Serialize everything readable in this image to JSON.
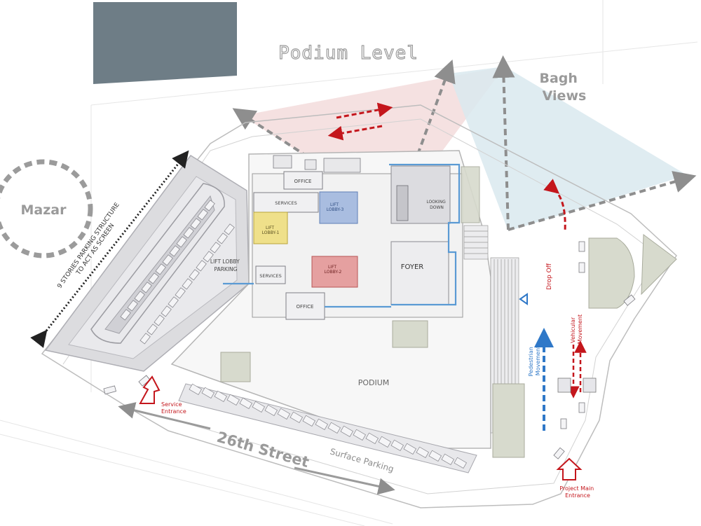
{
  "title": "Podium Level",
  "views_label": {
    "line1": "Bagh",
    "line2": "Views"
  },
  "mazar_label": "Mazar",
  "parking_structure_label": {
    "line1": "9 STORIES PARKING STRUCTURE",
    "line2": "TO ACT AS SCREEN"
  },
  "street_label": "26th Street",
  "surface_parking_label": "Surface Parking",
  "podium_label": "PODIUM",
  "foyer_label": "FOYER",
  "looking_down_label": {
    "line1": "LOOKING",
    "line2": "DOWN"
  },
  "office_label": "OFFICE",
  "services_label": "SERVICES",
  "lift_lobby_1_label": {
    "line1": "LIFT",
    "line2": "LOBBY-1"
  },
  "lift_lobby_2_label": {
    "line1": "LIFT",
    "line2": "LOBBY-2"
  },
  "lift_lobby_3_label": {
    "line1": "LIFT",
    "line2": "LOBBY-3"
  },
  "lift_lobby_parking_label": {
    "line1": "LIFT LOBBY",
    "line2": "PARKING"
  },
  "service_entrance_label": {
    "line1": "Service",
    "line2": "Entrance"
  },
  "main_entrance_label": {
    "line1": "Project Main",
    "line2": "Entrance"
  },
  "drop_off_label": "Drop Off",
  "pedestrian_label": {
    "line1": "Pedestrian",
    "line2": "Movement"
  },
  "vehicular_label": {
    "line1": "Vehicular",
    "line2": "Movement"
  },
  "colors": {
    "title_block": "#6e7d86",
    "gray_text": "#8e8e8e",
    "red": "#c4161c",
    "blue": "#2f78c8",
    "lobby_yellow": "#efe08a",
    "lobby_blue": "#a9bde0",
    "lobby_red": "#e5a0a0",
    "view_pink": "#f3dcdc",
    "view_blue": "#d9e9ee"
  }
}
